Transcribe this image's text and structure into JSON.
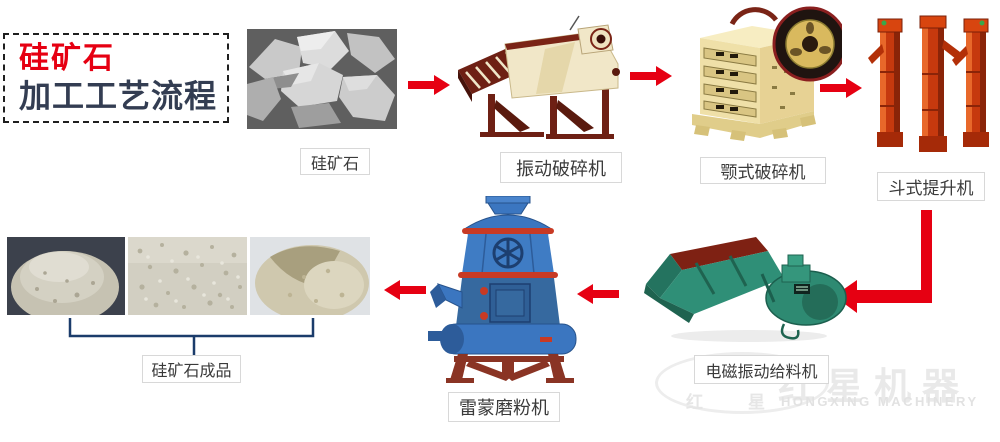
{
  "title": {
    "line1": "硅矿石",
    "line2": "加工工艺流程"
  },
  "flow": {
    "steps": [
      {
        "id": "silicon-ore",
        "label": "硅矿石"
      },
      {
        "id": "vibrating-crusher",
        "label": "振动破碎机"
      },
      {
        "id": "jaw-crusher",
        "label": "颚式破碎机"
      },
      {
        "id": "bucket-elevator",
        "label": "斗式提升机"
      },
      {
        "id": "electromagnetic-vibrating-feeder",
        "label": "电磁振动给料机"
      },
      {
        "id": "raymond-mill",
        "label": "雷蒙磨粉机"
      },
      {
        "id": "finished-product",
        "label": "硅矿石成品"
      }
    ]
  },
  "watermark": {
    "brand_cn": "红星机器",
    "brand_en": "HONGXING MACHINERY",
    "seal_char_left": "红",
    "seal_char_right": "星"
  },
  "colors": {
    "arrow_red": "#e60012",
    "title_red": "#e60012",
    "title_dark": "#333d52",
    "label_border": "#d8d8d8",
    "label_text": "#3a3a3a",
    "bracket_navy": "#1b3c6b",
    "watermark_gray": "#e9e9e9"
  }
}
